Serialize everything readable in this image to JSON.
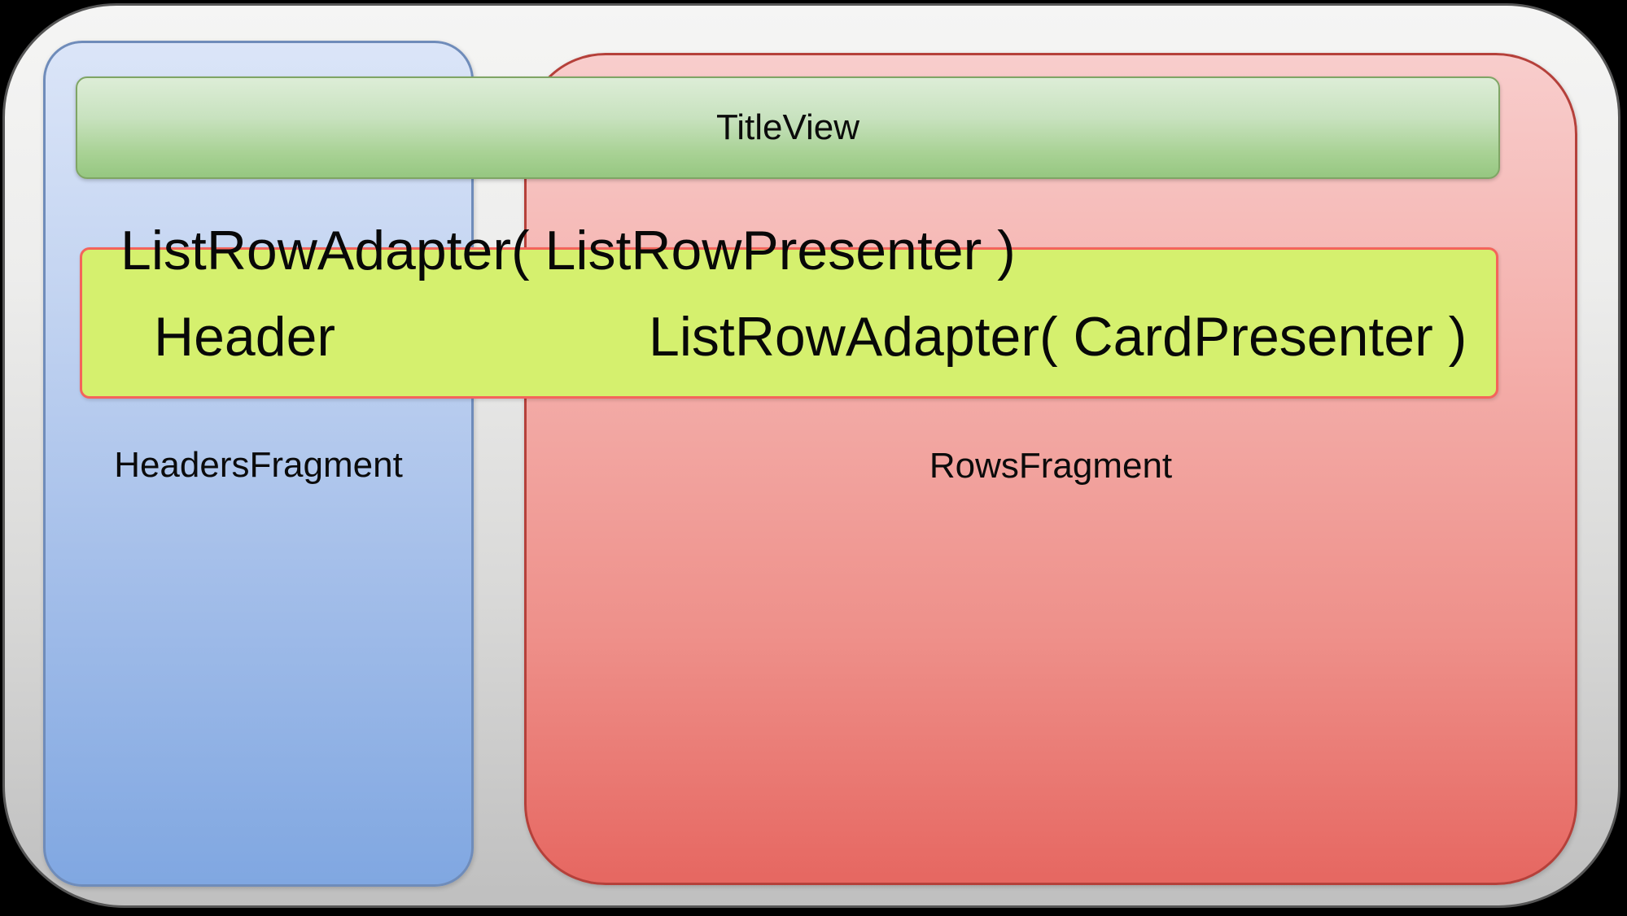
{
  "diagram": {
    "title_bar": {
      "label": "TitleView"
    },
    "adapter_row": {
      "presenter_line": "ListRowAdapter( ListRowPresenter )",
      "header_cell": "Header",
      "card_line": "ListRowAdapter( CardPresenter )"
    },
    "panels": {
      "headers_fragment": {
        "label": "HeadersFragment"
      },
      "rows_fragment": {
        "label": "RowsFragment"
      }
    },
    "colors": {
      "background": "#000000",
      "frame_top": "#f5f5f4",
      "frame_bottom": "#bfbfbf",
      "frame_border": "#565656",
      "blue_panel_top": "#dbe5f8",
      "blue_panel_bottom": "#80a7e1",
      "blue_panel_border": "#6f8cba",
      "red_panel_top": "#f8cdcc",
      "red_panel_bottom": "#e66761",
      "red_panel_border": "#b5403a",
      "green_bar_top": "#ddedd7",
      "green_bar_bottom": "#96c781",
      "green_bar_border": "#7fa565",
      "yellow_box_fill": "#d5f06e",
      "yellow_box_border": "#f4645b",
      "text": "#0b0b0b"
    }
  }
}
